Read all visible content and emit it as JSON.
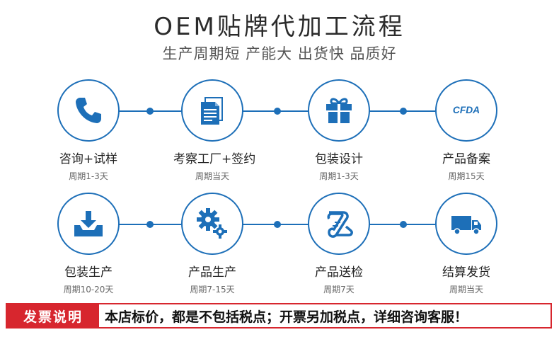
{
  "header": {
    "title": "OEM贴牌代加工流程",
    "subtitle": "生产周期短 产能大 出货快 品质好"
  },
  "colors": {
    "primary": "#1d6fb8",
    "accent": "#d7262e"
  },
  "steps_row1": [
    {
      "label": "咨询+试样",
      "duration": "周期1-3天",
      "icon": "phone-icon"
    },
    {
      "label": "考察工厂+签约",
      "duration": "周期当天",
      "icon": "document-icon"
    },
    {
      "label": "包装设计",
      "duration": "周期1-3天",
      "icon": "gift-icon"
    },
    {
      "label": "产品备案",
      "duration": "周期15天",
      "icon": "cfda-icon",
      "icon_text": "CFDA"
    }
  ],
  "steps_row2": [
    {
      "label": "包装生产",
      "duration": "周期10-20天",
      "icon": "inbox-download-icon"
    },
    {
      "label": "产品生产",
      "duration": "周期7-15天",
      "icon": "gears-icon"
    },
    {
      "label": "产品送检",
      "duration": "周期7天",
      "icon": "scroll-icon"
    },
    {
      "label": "结算发货",
      "duration": "周期当天",
      "icon": "truck-icon"
    }
  ],
  "notice": {
    "tag": "发票说明",
    "text": "本店标价，都是不包括税点；开票另加税点，详细咨询客服！"
  }
}
